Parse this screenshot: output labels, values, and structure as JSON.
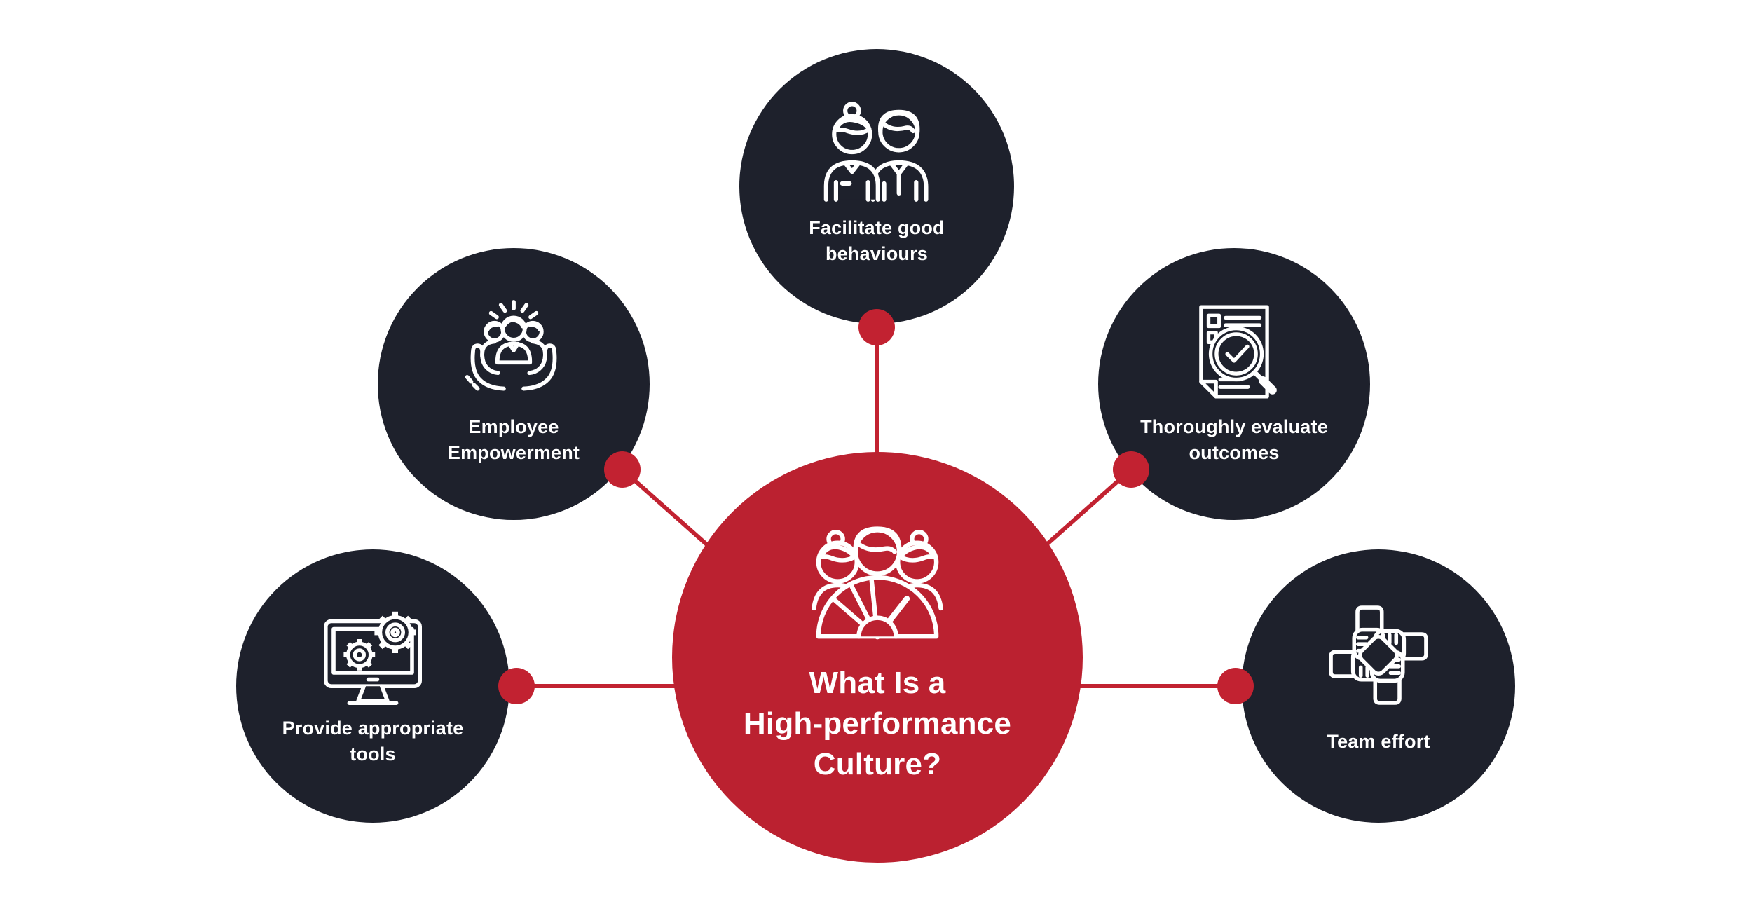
{
  "diagram": {
    "center": {
      "label": "What Is a\nHigh-performance\nCulture?",
      "icon": "team-gauge-icon"
    },
    "nodes": [
      {
        "id": "facilitate-good-behaviours",
        "position": "top",
        "label": "Facilitate good\nbehaviours",
        "icon": "two-colleagues-icon"
      },
      {
        "id": "employee-empowerment",
        "position": "upper-left",
        "label": "Employee\nEmpowerment",
        "icon": "hands-holding-team-icon"
      },
      {
        "id": "thoroughly-evaluate-outcomes",
        "position": "upper-right",
        "label": "Thoroughly evaluate\noutcomes",
        "icon": "document-check-magnifier-icon"
      },
      {
        "id": "provide-appropriate-tools",
        "position": "lower-left",
        "label": "Provide appropriate\ntools",
        "icon": "monitor-gears-icon"
      },
      {
        "id": "team-effort",
        "position": "lower-right",
        "label": "Team effort",
        "icon": "team-hands-icon"
      }
    ],
    "colors": {
      "background": "#FFFFFF",
      "node_fill": "#1E212C",
      "center_fill": "#BB2130",
      "connector": "#C22231",
      "icon_stroke": "#FFFFFF",
      "text": "#FFFFFF"
    }
  }
}
